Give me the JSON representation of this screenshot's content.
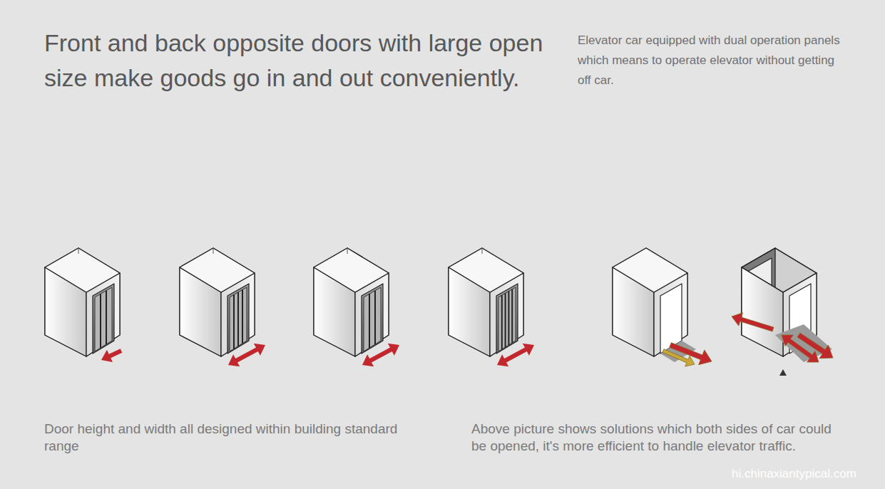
{
  "diagram": {
    "title": "Front and back opposite doors with large open size make goods go in and out conveniently.",
    "labels": [
      "Elevator car equipped with dual operation panels which means to operate elevator without getting off car.",
      "Door height and width all designed within building standard range",
      "Above picture shows  solutions which both sides of car could be opened, it's more efficient to handle elevator traffic.",
      "hi.chinaxiantypical.com"
    ]
  }
}
